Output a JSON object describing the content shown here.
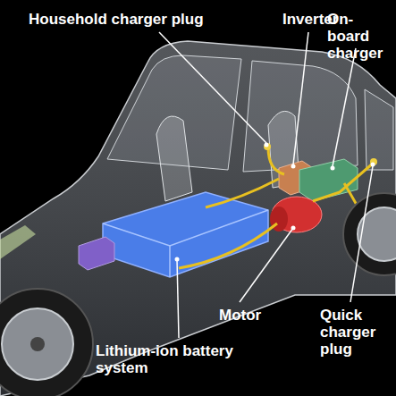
{
  "diagram": {
    "labels": [
      "Household charger plug",
      "Inverter",
      "On-board charger",
      "Motor",
      "Quick charger plug",
      "Lithium-ion battery system"
    ]
  }
}
